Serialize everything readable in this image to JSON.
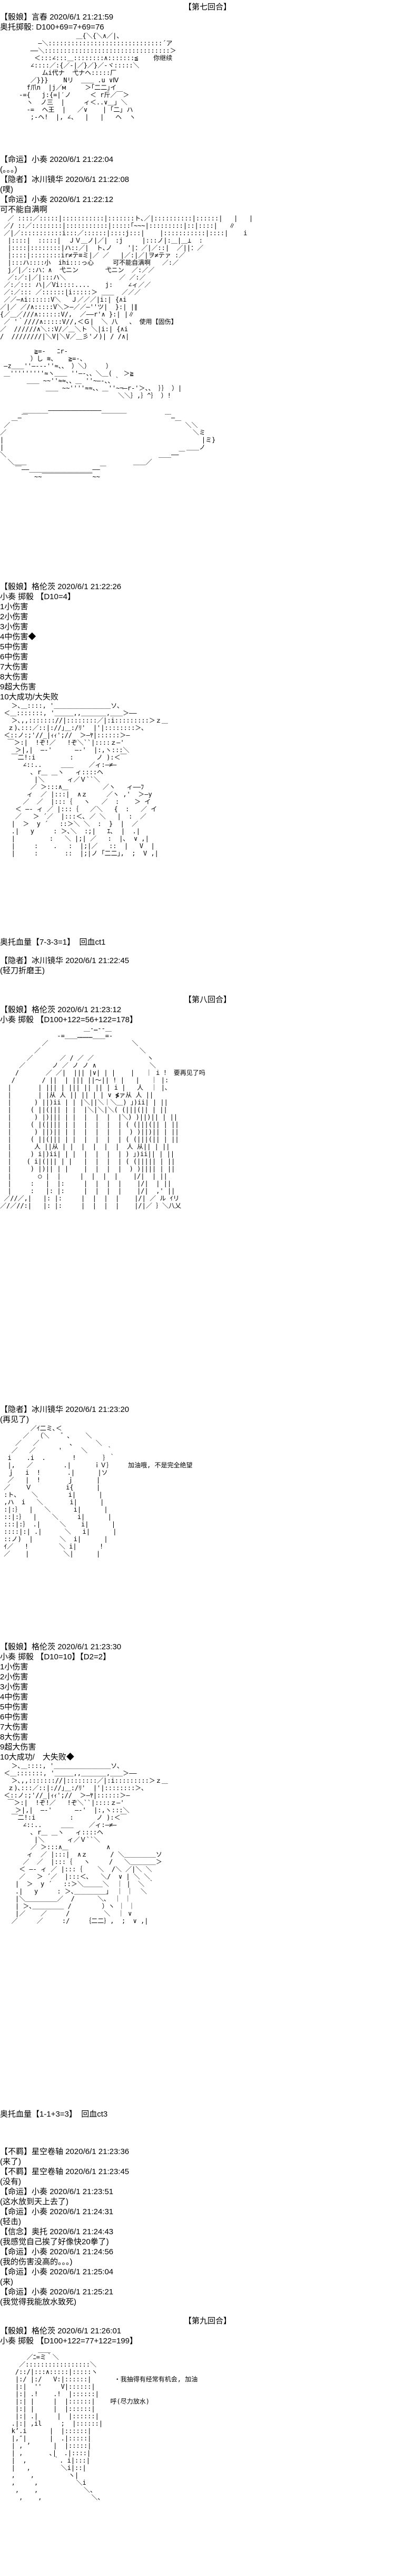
{
  "rounds": [
    "【第七回合】",
    "【第八回合】",
    "【第九回合】"
  ],
  "statuses": [
    "奥托血量【7-3-3=1】  回血ct1",
    "奥托血量【1-1+3=3】  回血ct3"
  ],
  "posts": [
    {
      "tag": "【骰娘】",
      "author": "言春",
      "time": "2020/6/1 21:21:59",
      "body": [
        "奥托掷骰: D100+69=7+69=76"
      ]
    },
    {
      "tag": "【命运】",
      "author": "小奏",
      "time": "2020/6/1 21:22:04",
      "body": [
        "(。。。)"
      ]
    },
    {
      "tag": "【隐者】",
      "author": "冰川镜华",
      "time": "2020/6/1 21:22:08",
      "body": [
        "(噗)"
      ]
    },
    {
      "tag": "【命运】",
      "author": "小奏",
      "time": "2020/6/1 21:22:12",
      "body": [
        "可不能自满啊"
      ]
    },
    {
      "tag": "【骰娘】",
      "author": "格伦茨",
      "time": "2020/6/1 21:22:26",
      "body": [
        "小奏 掷骰 【D10=4】",
        "1小伤害",
        "2小伤害",
        "3小伤害",
        "4中伤害◆",
        "5中伤害",
        "6中伤害",
        "7大伤害",
        "8大伤害",
        "9超大伤害",
        "10大成功/大失败"
      ]
    },
    {
      "tag": "【隐者】",
      "author": "冰川镜华",
      "time": "2020/6/1 21:22:45",
      "body": [
        "(轻刀折磨王)"
      ]
    },
    {
      "tag": "【骰娘】",
      "author": "格伦茨",
      "time": "2020/6/1 21:23:12",
      "body": [
        "小奏 掷骰 【D100+122=56+122=178】"
      ]
    },
    {
      "tag": "【隐者】",
      "author": "冰川镜华",
      "time": "2020/6/1 21:23:20",
      "body": [
        "(再见了)"
      ]
    },
    {
      "tag": "【骰娘】",
      "author": "格伦茨",
      "time": "2020/6/1 21:23:30",
      "body": [
        "小奏 掷骰 【D10=10】【D2=2】",
        "1小伤害",
        "2小伤害",
        "3小伤害",
        "4中伤害",
        "5中伤害",
        "6中伤害",
        "7大伤害",
        "8大伤害",
        "9超大伤害",
        "10大成功/　大失败◆"
      ]
    },
    {
      "tag": "【不羁】",
      "author": "星空卷轴",
      "time": "2020/6/1 21:23:36",
      "body": [
        "(来了)"
      ]
    },
    {
      "tag": "【不羁】",
      "author": "星空卷轴",
      "time": "2020/6/1 21:23:45",
      "body": [
        "(没有)"
      ]
    },
    {
      "tag": "【命运】",
      "author": "小奏",
      "time": "2020/6/1 21:23:51",
      "body": [
        "(这水放到天上去了)"
      ]
    },
    {
      "tag": "【命运】",
      "author": "小奏",
      "time": "2020/6/1 21:24:31",
      "body": [
        "(轻击)"
      ]
    },
    {
      "tag": "【信念】",
      "author": "奥托",
      "time": "2020/6/1 21:24:43",
      "body": [
        "(我感觉自己挨了好像快20拳了)"
      ]
    },
    {
      "tag": "【命运】",
      "author": "小奏",
      "time": "2020/6/1 21:24:56",
      "body": [
        "(我的伤害没高的。。。)"
      ]
    },
    {
      "tag": "【命运】",
      "author": "小奏",
      "time": "2020/6/1 21:25:04",
      "body": [
        "(来)"
      ]
    },
    {
      "tag": "【命运】",
      "author": "小奏",
      "time": "2020/6/1 21:25:21",
      "body": [
        "(我觉得我能放水致死)"
      ]
    },
    {
      "tag": "【骰娘】",
      "author": "格伦茨",
      "time": "2020/6/1 21:26:01",
      "body": [
        "小奏 掷骰 【D100+122=77+122=199】"
      ]
    }
  ],
  "arts": [
    "                    ＿{＼{＼∧／|、\n          ―＼::::::::::::::::::::::::::::::´ア\n        ――＼:::::::::::::::::::::::::::::::::＞\n         ＜:::∠:::＿::::::::∧:::::::≦    你继续\n        ∠::::／:{／-|／}／}／-ヾ:::::＼\n           ムi代ナ  弋ナヘ:::::厂\n        ／}}}    Nリ  ＿＿ .u ∨Ⅳ\n       f爪n  |j／м     ＞｢二二｣イ\n     -={   j:{=|′ノ     ＜ r斤／￣＞\n       ヽ  ノ三  |     ィ＜..∨＿｣ ＼\n       -=  ヘ王  |   ／∨    | ｢二｣ ハ\n        ;-ヘ!  |, ∠、  |   |   ヘ  ヽ",
    "  ／ ::::／:::::|:::::::::::|:::::::ト､／|::::::::::|::::::|   |   |\n ／/ ::／::::::::|:::::::::::|:::::｢~~~|:::::::::|::|::::|   ∥\n ／|／:::::::::::i:::／::::::|::::j:::|    |:::::::::::|::::|    i\n  |::::|  :::::|  ＪＶ＿ノ|／|  :j     |:::ノ|:＿|＿⊥  :\n  |::::|::::::::|ハ::／|  ト､ノ    '|：／|／::|  ／||：／\n  |::::|::::::::ir≠テ≡ミ|／ ／   |／:|／|ヲ≠テァ :／\n  |:::ハ::::小  ihi:::っ心     可不能自满啊   ／:／\n  j／|／::ハ：∧  弋ニン       弋ニン  ／:／／\n  ／:／:|／|:::ハ＼              ／ ／:／\n ／:／::: ハ|／Vi::::....    j:    ∠ィ／／\n ／:／::: ／::::::|i:::::＞ ＿＿  ／／／\n ／／―∧i::::::V＼ ｀Ｊ／／／|i:| {∧i\n／|／ ／/∧:::::V＼＞―／／―''ツ|  }:| |∥\n{／＿／///∧::::::V/,  ／――r'∧ }:| |∥\n ／ '｀////∧:::::V//,＜Ｇ|  ＼ 八   、 使用【固伤】\n／  //////∧＼::V/／＿＼ト ＼|i:| {∧i\n/  ////////|＼V|＼V／＿彡'ノ)| / /∧|\n\n         ≧=-   ﾆr-\n        ）し ≋、   ≧=-、\n ―z＿＿''―---''≈、、 ）＼）    ）\n ＿'''''''''≈ヽ＿＿ ''―-、、＼＿(   ＞≧\n       ＿＿ ~~''≈≈、、＿ ''~―-、、｀\n            ＿＿ ~~''''≈≈、、＿''~¬―r-'＞、、 ｝｝ ）|\n                               ＼＼｝,｝^｝ ）!\n\n      ＿＿＿＿――――――――――――――＿＿＿＿\n   ＿―￣                                    ￣―＿\n ／                                              ＼＼\n／                                                 ＼ミ\n|                                                    |ミ}\n|                                                ＿＿ノ\n＼                                        ＿＿――￣\n  ＼＿＿                            ＿＿／\n    ￣――＿＿＿＿＿＿＿＿＿＿――￣\n         ~~￣￣￣￣￣￣￣￣~~",
    "   ＞､＿::::, '＿＿＿＿＿＿＿＿＿ソ､\n ＜＿:::::::, '＿＿＿,,＿＿＿＿,＿＿＞――\n   ＞､,,::::::://|::::::::／|:i:::::::::＞ｚ＿\n  ｚ)､:::／::|://｣＿:/ﾘ'  |'|::::::::＞､\n ＜::ノ:;'//_|ｨｨ';//  ＞―ﾔ|::::::＞―\n  ￣＞:|  !ぞ!／   !ぞ＼``|::::ｚ―'\n    ＞|,|  ―-'      ―-'  |:,ヽ:::＼\n   ￣二!:i         :      ノ ):＜￣\n      ∠::..     ＿＿    ／ィ:―≠―\n        ､ r＿ ＿ヽ   ィ::::ヘ\n         |＼      ィ／Ｖ``＼\n        ／ ＞:::∧＿         ／ヽ   ィ――ﾌ\n       ィ  ／ |:::|  ∧ｚ     ／ヽ ,'  ＞―y\n      ／  ／  |:::｛   ヽ   ／  :    ＞ イ\n    ＜ ―- ィ ／ |:::｛   ／＼   {  :   ／ イ\n    ／   ＞ ´／  |:::＜､ ／ ＼   |  :  ／\n   |  ＞  y ´   ::＞＼ ＼  :  }  |  ／\n   .|   y     : ＞､＼  :;|   ｴ､  |  .|\n   |         :   ＼ |;| ／   :  |､  ∨ ,|\n   |     :    .   :  |;|／   ::  |   V  |\n   |     :       ::  |;|ノ ｢二二｣,  ;  V ,|",
    "                      ＿-…--＿\n               -=＿＿…………＿＿=-\n           ／                      ＼\n         ／                          ＼\n       ／       ／ / ／ ／              ヽ\n     ／       ノ ／ ノ ノ ∧              ＼\n    /       ／ ／|  ||| |∨| | |    |   ｜ i ！ 要再见了吗\n   /       / ||  | ||| ||～|| ! |   |   ｜ |:\n  |       | ||| | ||| || || | i |   人  ｜ |､\n  |       | |从 人 || || | | ∨ ≸ァ从 人 ||\n  |      ) ||)ii | | |＼||＼｜＼＿) ｣)ii| | ||\n  |     ( ||(||| | |  |＼|＼|＼( (|||(|| | ||\n  |      ) |)||| | |  |  |  |  |＼) )||)|| | ||\n  |     ( |(|||| | |  |  |  |  | ( (|||(|| | ||\n  |      ) ||)|| | |  |  |  |  |  ) )||)|| | ||\n  |     ( ||(||| | |  |  |  |  | ( (|||(|| | ||\n  |      人 ||从 | |  |  |  |  |  人 从|| | ||\n  |     ) i|)ii| | |  |  |  |  | ) ｣)ii|| | ||\n  |    ( i|(||| | |   |  |  |  | ( (||||| | ||\n  |     ) |)|| | |    |  |  |  |  ) )|||| | ||\n  |       ○ |  |     |  |  |  |    |/|  | ||\n  |     :   |  |:     |  |  |  |    |/|  | ||\n  |     :   |: |:     |  |  |  |    |/|  ,' ||\n ／//／,|   |: |:     |  |  |  |    |/| ／ ル ｲリ\n／/／//:|   |: |:     |  |  |  |    |/|／ ｝＼八乂",
    "        ／ｲ二ミ､＜\n      ／  （＼   ゛､    ＼\n    ／   ／        ､      ＼\n   ／   ／      '     ＼     ｀\n  i    .i  .       !       ｝｀\n  |,   ／        .|      ｉＶ｝    加油哦, 不是完全绝望\n  ｊ   i  !       .|      |ソ\n  ／   |  !       ｊ      |\n ／    Ｖ         i{      |\n :ト、   ＼        i|      |\n ,ハ  i   ＼       i|      |\n :|:｝  |   ＼      i|      |\n ::|:｝  |    ＼     i|      |\n :::|:｝ .|     ＼    i|      |\n ::::|:| .|      ＼   i|      |\n ::ノ)  |       ＼  i|      |\n ｲ／   !        ＼ i|      !\n ／    |         ＼|      |",
    "   ＞､＿::::, '＿＿＿＿＿＿＿＿＿ソ､\n ＜＿:::::::, '＿＿＿,,＿＿＿＿,＿＿＞――\n   ＞､,,::::::://|::::::::／|:i:::::::::＞ｚ＿\n  ｚ)､:::／::|://｣＿:/ﾘ'  |'|::::::::＞､\n ＜::ノ:;'//_|ｨｨ';//  ＞―ﾔ|::::::＞―\n  ￣＞:|  !ぞ!／   !ぞ＼``|::::ｚ―'\n    ＞|,|  ―-'      ―-'  |:,ヽ:::＼\n   ￣二!:i         :      ノ ):＜￣\n      ∠::..     ＿＿    ／ィ:―≠―\n        ､ r＿ ＿ヽ   ィ::::ヘ\n         |＼      ィ／Ｖ``＼\n        ／ ＞:::∧＿          ∧\n       ィ  ／ |:::|  ∧ｚ      / ＼＿＿＿＿＿ソ\n      ／  ／  |:::｛   ヽ     /   ＼＿＿＿＿＞\n     ＜ ―- ィ ／ |:::｛    ＼  /＼ ／|＼ ＼\n     ／   ＞ ´／  |:::＜､   ＼/  ∨ | ＼ ＼\n    |  ＞  y ´   ::＞＼＿＿＿＼  ｜ |  ＼ ｀\n    .|   y     : ＞､＿＿＿＿＿｣  ｜ ｜  ＼\n    |＼＿＿＿＿＿／  /      ＼､  ｜ ｜\n    | ＞､＿＿＿＿＿ /        ）ヽ ｜ ｜\n    |／    ／     /         ＼  ｜ ∨\n   ／     ／     :/    ｛二二｝,  ;  ∨ ,|",
    "          ＿＿\n       ／ﾆ=ミ｀＼\n     ／:::::::::::::::::＼\n    /::/|:::∧:::::|:::::ヽ\n    |:/ |:/   V:|::::::|      ・我抽得有经常有机会, 加油\n    |:|  ''     V|::::::|\n    |:| .!    .!  |::::::|\n    |:| |     |  |::::::|    呼(尽力放水)\n    |:| |     |  |::::::|\n    |:| .|     |  |::::::|\n   .|:| ,il     ;  |::::::|\n   k’.i      |  |::::::|\n   |,″|      |  .|:::::|\n   | , ’      |  |:::::|\n   | ,       ､|  .|::::|\n   |  ,       ｀. i|:::|\n   |   ,        ＼i|::|\n   ,    ,         ヽ|\n   ,     ,          ＼i\n    ,    ,            ＼、\n     ,    ,             ＼、"
  ]
}
